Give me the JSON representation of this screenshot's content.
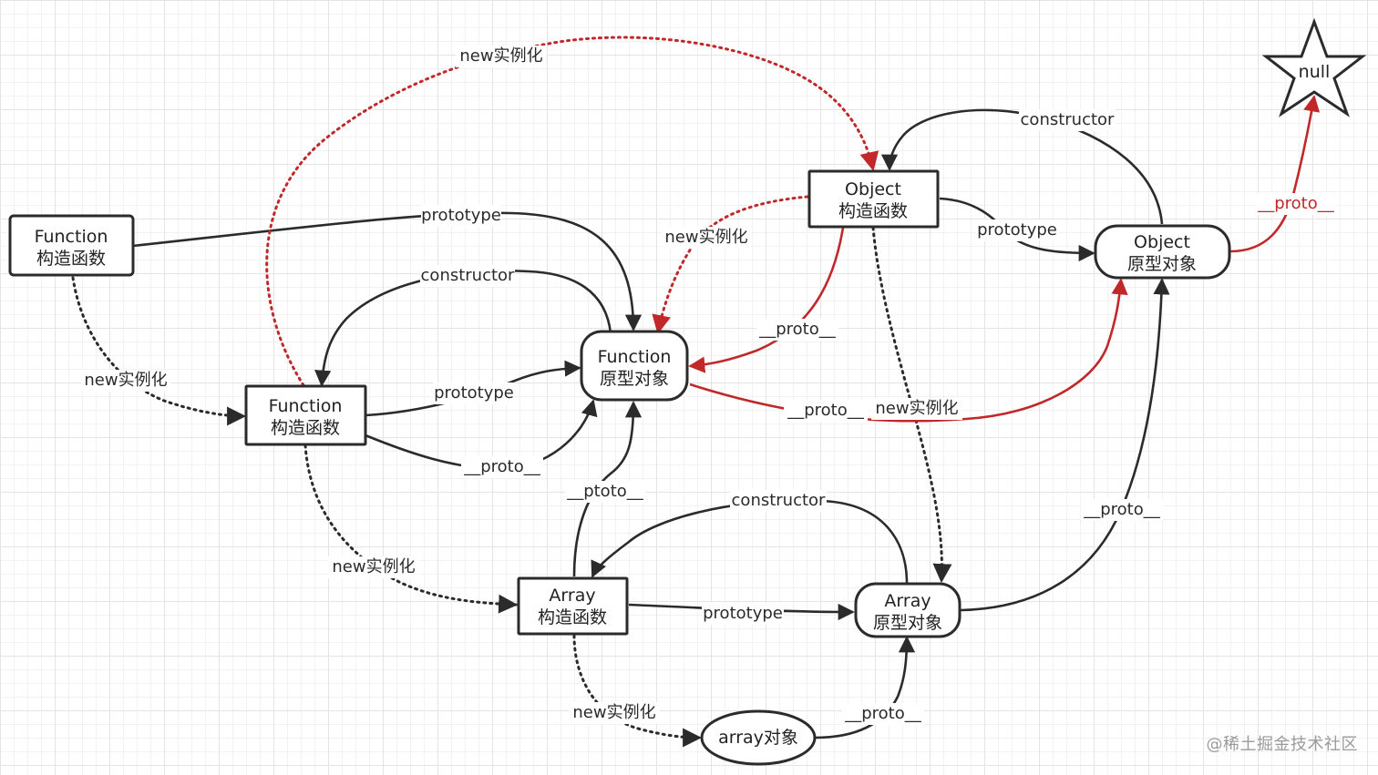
{
  "nodes": {
    "function_ctor_top": {
      "line1": "Function",
      "line2": "构造函数"
    },
    "function_ctor_mid": {
      "line1": "Function",
      "line2": "构造函数"
    },
    "function_proto": {
      "line1": "Function",
      "line2": "原型对象"
    },
    "object_ctor": {
      "line1": "Object",
      "line2": "构造函数"
    },
    "object_proto": {
      "line1": "Object",
      "line2": "原型对象"
    },
    "array_ctor": {
      "line1": "Array",
      "line2": "构造函数"
    },
    "array_proto": {
      "line1": "Array",
      "line2": "原型对象"
    },
    "array_obj": {
      "line1": "array对象"
    },
    "null": {
      "line1": "null"
    }
  },
  "labels": {
    "new_inst_top": "new实例化",
    "new_inst_fn_left": "new实例化",
    "new_inst_obj_to_fnproto": "new实例化",
    "new_inst_obj_to_arrproto": "new实例化",
    "new_inst_fn_to_array": "new实例化",
    "new_inst_array_to_obj": "new实例化",
    "proto_top_fn": "prototype",
    "proto_fn_mid": "prototype",
    "proto_obj": "prototype",
    "proto_arr": "prototype",
    "ctor_fn": "constructor",
    "ctor_obj": "constructor",
    "ctor_arr": "constructor",
    "__proto_fn_mid": "__proto__",
    "__proto_obj_ctor": "__proto__",
    "__proto_fnproto_to_objproto": "__proto__",
    "__proto_objproto_null": "__proto__",
    "__proto_arrproto_objproto": "__proto__",
    "__proto_arrobj": "__proto__",
    "__ptoto_array_ctor": "__ptoto__"
  },
  "watermark": "@稀土掘金技术社区"
}
